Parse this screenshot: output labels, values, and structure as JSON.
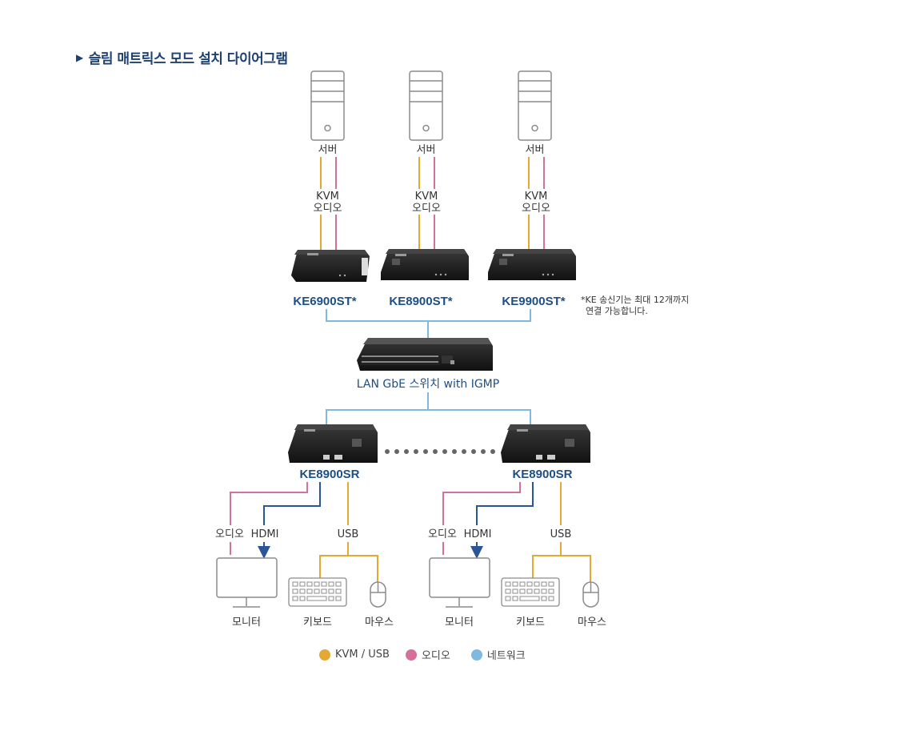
{
  "title": "슬림 매트릭스 모드 설치 다이어그램",
  "colors": {
    "kvm_usb": "#e4a935",
    "audio": "#d2719a",
    "network": "#7fb8e0",
    "hdmi": "#2c5597",
    "model_text": "#1d4f86",
    "title_text": "#1d4272",
    "icon_stroke": "#8c8c8c"
  },
  "servers": [
    {
      "label": "서버",
      "link_label_1": "KVM",
      "link_label_2": "오디오"
    },
    {
      "label": "서버",
      "link_label_1": "KVM",
      "link_label_2": "오디오"
    },
    {
      "label": "서버",
      "link_label_1": "KVM",
      "link_label_2": "오디오"
    }
  ],
  "transmitters": [
    {
      "model": "KE6900ST*"
    },
    {
      "model": "KE8900ST*"
    },
    {
      "model": "KE9900ST*"
    }
  ],
  "transmitter_note": [
    "*KE 송신기는 최대 12개까지",
    "연결 가능합니다."
  ],
  "switch": {
    "label": "LAN GbE 스위치 with IGMP"
  },
  "receivers": [
    {
      "model": "KE8900SR",
      "audio_label": "오디오",
      "hdmi_label": "HDMI",
      "usb_label": "USB",
      "monitor_label": "모니터",
      "keyboard_label": "키보드",
      "mouse_label": "마우스"
    },
    {
      "model": "KE8900SR",
      "audio_label": "오디오",
      "hdmi_label": "HDMI",
      "usb_label": "USB",
      "monitor_label": "모니터",
      "keyboard_label": "키보드",
      "mouse_label": "마우스"
    }
  ],
  "legend": [
    {
      "label": "KVM / USB",
      "color": "#e4a935"
    },
    {
      "label": "오디오",
      "color": "#d2719a"
    },
    {
      "label": "네트워크",
      "color": "#7fb8e0"
    }
  ]
}
